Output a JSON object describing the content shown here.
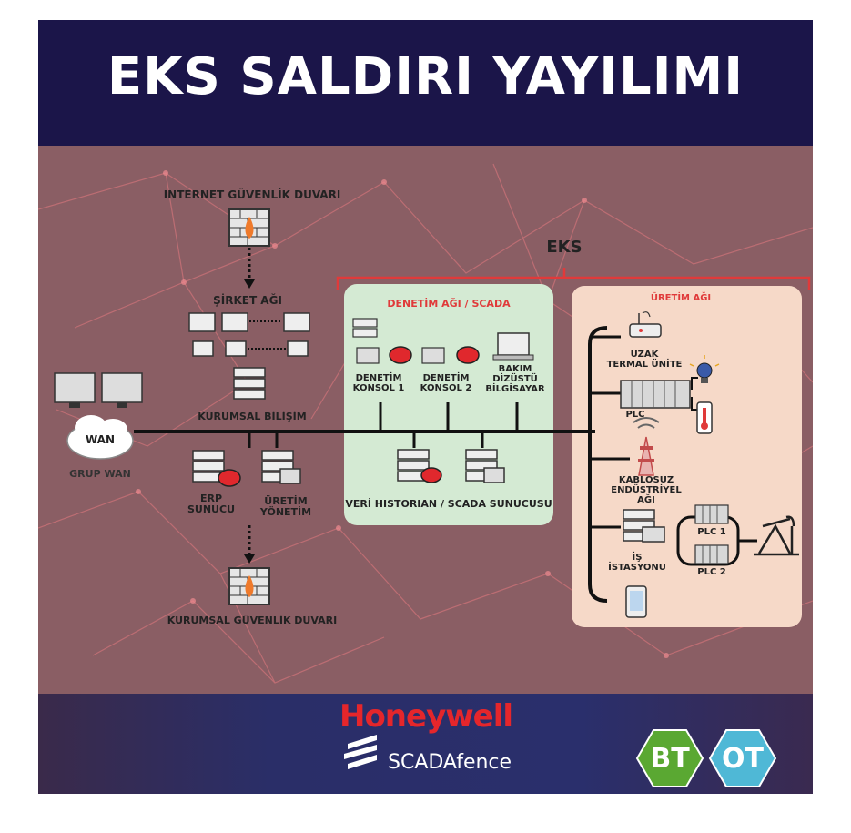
{
  "title": "EKS SALDIRI YAYILIMI",
  "labels": {
    "internet_firewall": "INTERNET GÜVENLİK DUVARI",
    "corporate_net": "ŞİRKET AĞI",
    "corporate_it": "KURUMSAL BİLİŞİM",
    "wan": "WAN",
    "group_wan": "GRUP WAN",
    "erp_l1": "ERP",
    "erp_l2": "SUNUCU",
    "prod_mgmt_l1": "ÜRETİM",
    "prod_mgmt_l2": "YÖNETİM",
    "corp_firewall": "KURUMSAL GÜVENLİK DUVARI",
    "eks": "EKS",
    "scada_title": "DENETİM AĞI / SCADA",
    "console1_l1": "DENETİM",
    "console1_l2": "KONSOL 1",
    "console2_l1": "DENETİM",
    "console2_l2": "KONSOL 2",
    "laptop_l1": "BAKIM",
    "laptop_l2": "DİZÜSTÜ",
    "laptop_l3": "BİLGİSAYAR",
    "historian": "VERİ HISTORIAN / SCADA SUNUCUSU",
    "production_title": "ÜRETİM AĞI",
    "rtu_l1": "UZAK",
    "rtu_l2": "TERMAL ÜNİTE",
    "plc": "PLC",
    "wireless_l1": "KABLOSUZ",
    "wireless_l2": "ENDÜSTRİYEL",
    "wireless_l3": "AĞI",
    "ws_l1": "İŞ",
    "ws_l2": "İSTASYONU",
    "plc1": "PLC 1",
    "plc2": "PLC 2"
  },
  "footer": {
    "honeywell": "Honeywell",
    "scadafence": "SCADAfence",
    "bt": "BT",
    "ot": "OT"
  },
  "colors": {
    "header": "#1b1549",
    "accent_red": "#e03a3a",
    "scada_panel": "#d4ead3",
    "production_panel": "#f6d9c8",
    "bt_green": "#5aa832",
    "ot_blue": "#4fb8d6"
  }
}
